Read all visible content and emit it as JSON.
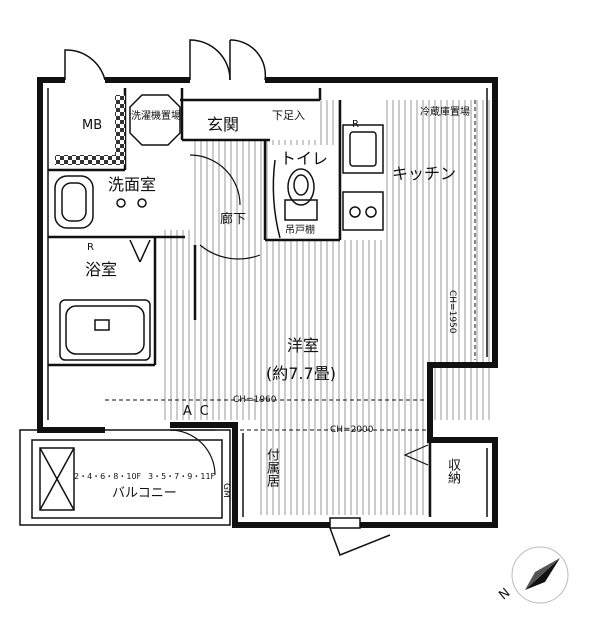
{
  "rooms": {
    "mb": "MB",
    "washer": "洗濯機置場",
    "entrance": "玄関",
    "shoe_box": "下足入",
    "fridge": "冷蔵庫置場",
    "washroom": "洗面室",
    "toilet": "トイレ",
    "kitchen": "キッチン",
    "corridor": "廊下",
    "shelf": "吊戸棚",
    "bath": "浴室",
    "bath_mark": "R",
    "mb_mark": "R",
    "western": "洋室",
    "size": "(約7.7畳)",
    "ac": "AC",
    "ch_1960": "CH=1960",
    "ch_2000": "CH=2000",
    "ch_1950": "CH=1950",
    "balcony": "バルコニー",
    "balcony_grid_a": "2・4・6・8・10F",
    "balcony_grid_b": "3・5・7・9・11F",
    "closet": "付属居",
    "storage": "収納",
    "gm": "GM"
  },
  "compass": {
    "north": "N"
  }
}
